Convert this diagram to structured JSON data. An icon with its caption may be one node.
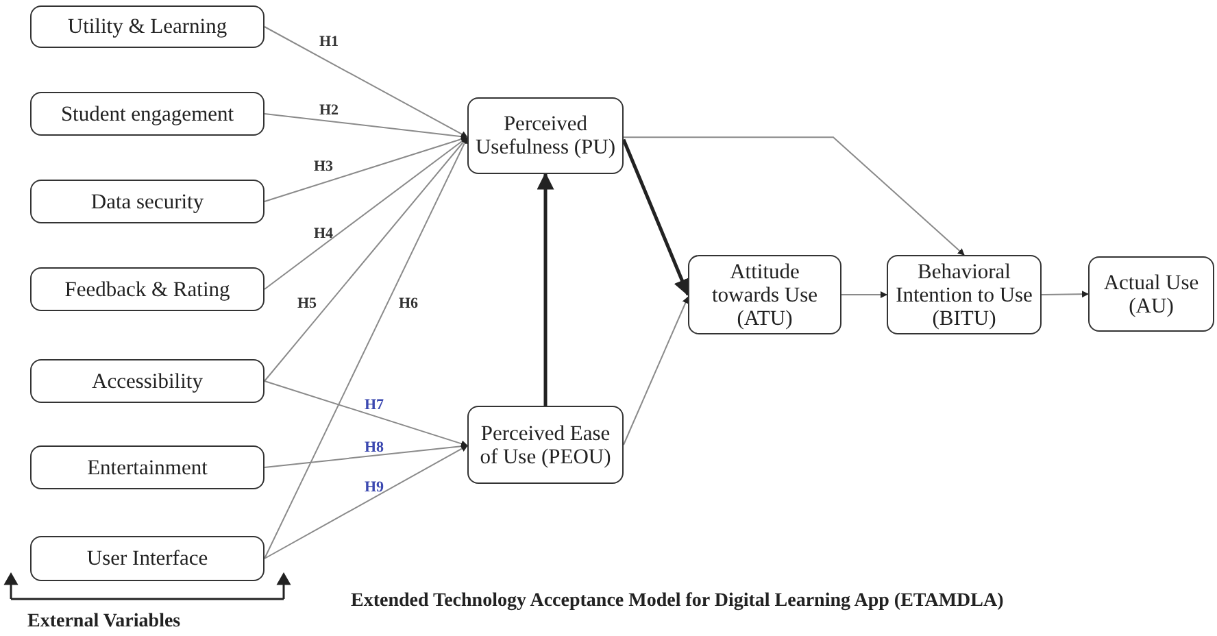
{
  "diagram": {
    "caption": "Extended Technology Acceptance Model for Digital Learning App (ETAMDLA)",
    "nodes": [
      {
        "text": [
          "Utility & Learning"
        ]
      },
      {
        "text": [
          "Student engagement"
        ]
      },
      {
        "text": [
          "Data security"
        ]
      },
      {
        "text": [
          "Feedback & Rating"
        ]
      },
      {
        "text": [
          "Accessibility"
        ]
      },
      {
        "text": [
          "Entertainment"
        ]
      },
      {
        "text": [
          "User Interface"
        ]
      },
      {
        "text": [
          "Perceived Usefulness (PU)"
        ]
      },
      {
        "text": [
          "Perceived Ease of Use (PEOU)"
        ]
      },
      {
        "text": [
          "Attitude towards Use (ATU)"
        ]
      },
      {
        "text": [
          "Behavioral Intention to Use (BITU)"
        ]
      },
      {
        "text": [
          "Actual Use (AU)"
        ]
      }
    ],
    "edges": [
      {
        "from": 0,
        "to": 7,
        "arrow": "to",
        "label": "H1"
      },
      {
        "from": 1,
        "to": 7,
        "arrow": "to",
        "label": "H2"
      },
      {
        "from": 2,
        "to": 7,
        "arrow": "to",
        "label": "H3"
      },
      {
        "from": 3,
        "to": 7,
        "arrow": "to",
        "label": "H4"
      },
      {
        "from": 4,
        "to": 7,
        "arrow": "to",
        "label": "H5"
      },
      {
        "from": 6,
        "to": 7,
        "arrow": "to",
        "label": "H6"
      },
      {
        "from": 4,
        "to": 8,
        "arrow": "to",
        "label": "H7"
      },
      {
        "from": 5,
        "to": 8,
        "arrow": "to",
        "label": "H8"
      },
      {
        "from": 6,
        "to": 8,
        "arrow": "to",
        "label": "H9"
      },
      {
        "from": 8,
        "to": 7,
        "arrow": "to",
        "style": "thick",
        "color": "#222222"
      },
      {
        "from": 7,
        "to": 9,
        "arrow": "to",
        "style": "thick",
        "color": "#222222"
      },
      {
        "from": 8,
        "to": 9,
        "arrow": "to"
      },
      {
        "from": 7,
        "to": 10,
        "arrow": "to"
      },
      {
        "from": 9,
        "to": 10,
        "arrow": "to"
      },
      {
        "from": 10,
        "to": 11,
        "arrow": "to"
      }
    ],
    "labels": [
      "External Variables"
    ]
  }
}
